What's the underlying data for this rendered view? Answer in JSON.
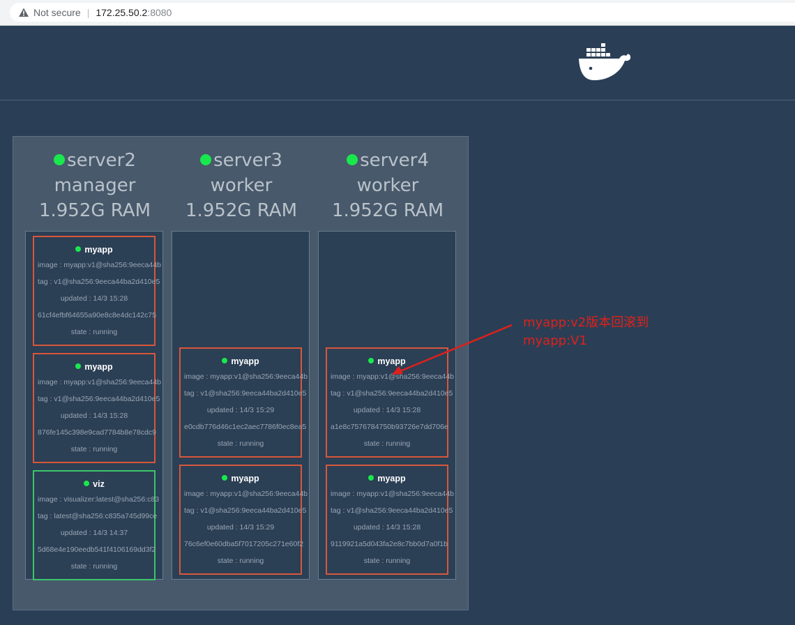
{
  "browser": {
    "security_label": "Not secure",
    "url_host": "172.25.50.2",
    "url_port": ":8080"
  },
  "header": {
    "logo_icon": "docker-whale-icon"
  },
  "colors": {
    "background": "#2a3f55",
    "status_dot": "#19e84d",
    "task_border_red": "#d8573a",
    "task_border_green": "#3ac76a",
    "annotation": "#e0201b"
  },
  "nodes": [
    {
      "name": "server2",
      "role": "manager",
      "ram": "1.952G RAM",
      "tasks": [
        {
          "name": "myapp",
          "image": "image : myapp:v1@sha256:9eeca44b",
          "tag": "tag : v1@sha256:9eeca44ba2d410e5",
          "updated": "updated : 14/3 15:28",
          "id": "61cf4efbf64655a90e8c8e4dc142c75",
          "state": "state : running",
          "border": "red"
        },
        {
          "name": "myapp",
          "image": "image : myapp:v1@sha256:9eeca44b",
          "tag": "tag : v1@sha256:9eeca44ba2d410e5",
          "updated": "updated : 14/3 15:28",
          "id": "876fe145c398e9cad7784b8e78cdc9",
          "state": "state : running",
          "border": "red"
        },
        {
          "name": "viz",
          "image": "image : visualizer:latest@sha256:c83",
          "tag": "tag : latest@sha256:c835a745d99ce",
          "updated": "updated : 14/3 14:37",
          "id": "5d68e4e190eedb541f4106169dd3f2",
          "state": "state : running",
          "border": "green"
        }
      ]
    },
    {
      "name": "server3",
      "role": "worker",
      "ram": "1.952G RAM",
      "tasks": [
        {
          "name": "myapp",
          "image": "image : myapp:v1@sha256:9eeca44b",
          "tag": "tag : v1@sha256:9eeca44ba2d410e5",
          "updated": "updated : 14/3 15:29",
          "id": "e0cdb776d46c1ec2aec7786f0ec8ea5",
          "state": "state : running",
          "border": "red"
        },
        {
          "name": "myapp",
          "image": "image : myapp:v1@sha256:9eeca44b",
          "tag": "tag : v1@sha256:9eeca44ba2d410e5",
          "updated": "updated : 14/3 15:29",
          "id": "76c6ef0e60dba5f7017205c271e60f2",
          "state": "state : running",
          "border": "red"
        }
      ]
    },
    {
      "name": "server4",
      "role": "worker",
      "ram": "1.952G RAM",
      "tasks": [
        {
          "name": "myapp",
          "image": "image : myapp:v1@sha256:9eeca44b",
          "tag": "tag : v1@sha256:9eeca44ba2d410e5",
          "updated": "updated : 14/3 15:28",
          "id": "a1e8c7576784750b93726e7dd706e",
          "state": "state : running",
          "border": "red"
        },
        {
          "name": "myapp",
          "image": "image : myapp:v1@sha256:9eeca44b",
          "tag": "tag : v1@sha256:9eeca44ba2d410e5",
          "updated": "updated : 14/3 15:28",
          "id": "9119921a5d043fa2e8c7bb0d7a0f1b",
          "state": "state : running",
          "border": "red"
        }
      ]
    }
  ],
  "annotation": {
    "line1": "myapp:v2版本回滚到",
    "line2": "myapp:V1"
  }
}
